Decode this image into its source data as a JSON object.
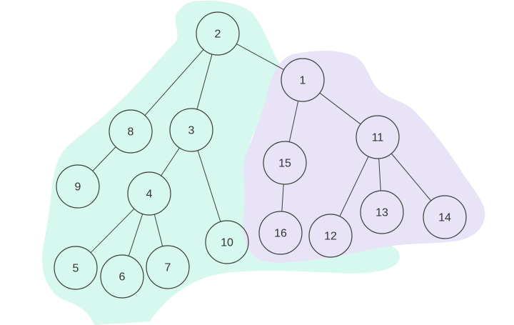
{
  "colors": {
    "region_green": "#d6f8ef",
    "region_purple": "#e8e3f7",
    "node_stroke": "#3a3f3c",
    "edge_stroke": "#3a3f3c",
    "label": "#333333",
    "background": "#ffffff"
  },
  "nodes": [
    {
      "id": "2",
      "label": "2"
    },
    {
      "id": "8",
      "label": "8"
    },
    {
      "id": "3",
      "label": "3"
    },
    {
      "id": "9",
      "label": "9"
    },
    {
      "id": "4",
      "label": "4"
    },
    {
      "id": "10",
      "label": "10"
    },
    {
      "id": "5",
      "label": "5"
    },
    {
      "id": "6",
      "label": "6"
    },
    {
      "id": "7",
      "label": "7"
    },
    {
      "id": "1",
      "label": "1"
    },
    {
      "id": "15",
      "label": "15"
    },
    {
      "id": "11",
      "label": "11"
    },
    {
      "id": "16",
      "label": "16"
    },
    {
      "id": "12",
      "label": "12"
    },
    {
      "id": "13",
      "label": "13"
    },
    {
      "id": "14",
      "label": "14"
    }
  ],
  "edges": [
    {
      "from": "2",
      "to": "8"
    },
    {
      "from": "2",
      "to": "3"
    },
    {
      "from": "2",
      "to": "1"
    },
    {
      "from": "8",
      "to": "9"
    },
    {
      "from": "3",
      "to": "4"
    },
    {
      "from": "3",
      "to": "10"
    },
    {
      "from": "4",
      "to": "5"
    },
    {
      "from": "4",
      "to": "6"
    },
    {
      "from": "4",
      "to": "7"
    },
    {
      "from": "1",
      "to": "15"
    },
    {
      "from": "1",
      "to": "11"
    },
    {
      "from": "15",
      "to": "16"
    },
    {
      "from": "11",
      "to": "12"
    },
    {
      "from": "11",
      "to": "13"
    },
    {
      "from": "11",
      "to": "14"
    }
  ]
}
